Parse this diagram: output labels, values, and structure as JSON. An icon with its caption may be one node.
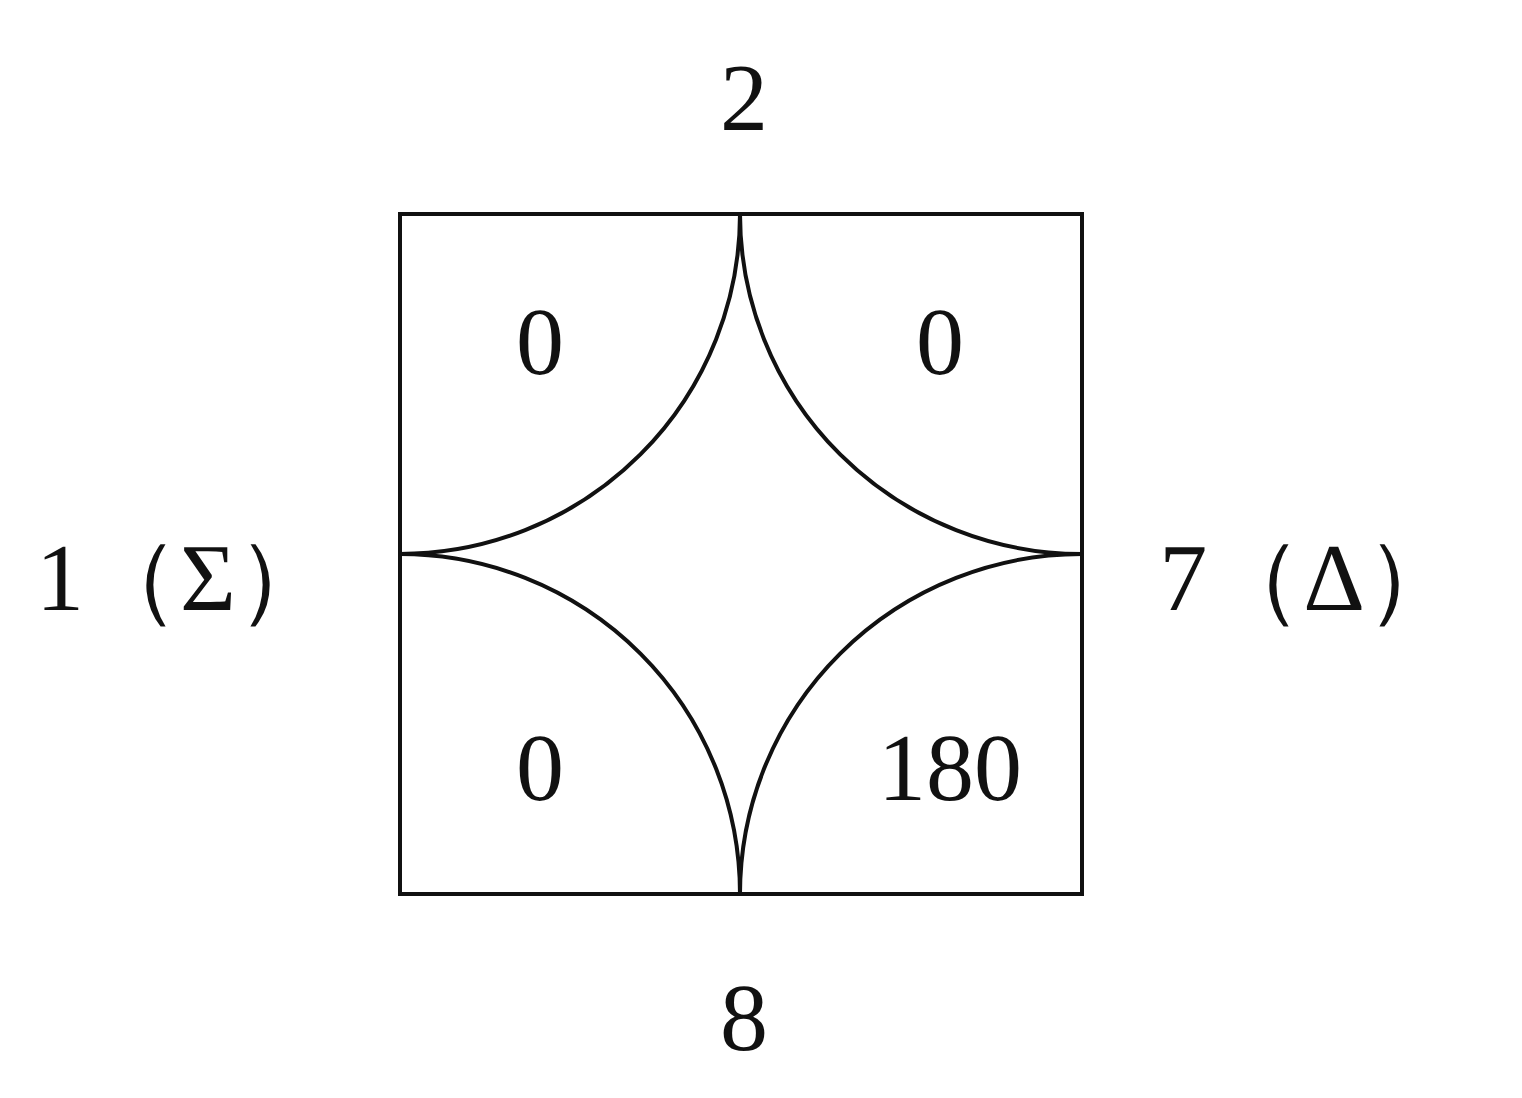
{
  "diagram": {
    "labels": [
      "2",
      "0",
      "0",
      "1（Σ）",
      "7（Δ）",
      "0",
      "180",
      "8"
    ]
  }
}
